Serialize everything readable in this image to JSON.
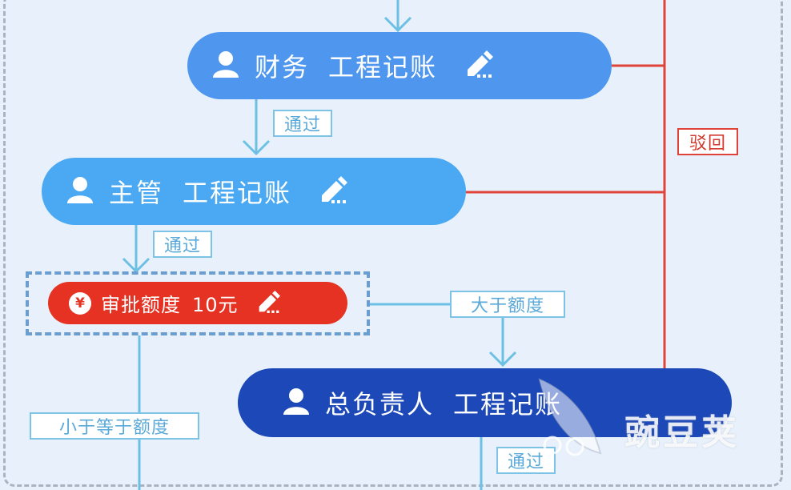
{
  "nodes": {
    "finance": {
      "role": "财务",
      "action": "工程记账"
    },
    "supervisor": {
      "role": "主管",
      "action": "工程记账"
    },
    "approval": {
      "label": "审批额度",
      "amount": "10元",
      "currency_symbol": "¥"
    },
    "chief": {
      "role": "总负责人",
      "action": "工程记账"
    }
  },
  "edges": {
    "pass_1": "通过",
    "pass_2": "通过",
    "greater": "大于额度",
    "less_equal": "小于等于额度",
    "pass_3": "通过",
    "reject": "驳回"
  },
  "watermark": {
    "text": "豌豆荚"
  },
  "colors": {
    "finance": "#4f97ee",
    "supervisor": "#4aa9f2",
    "approval": "#e53222",
    "chief": "#1c48b8",
    "pass_line": "#6cc0e4",
    "reject_line": "#e0433a"
  },
  "icons": {
    "role": "person-icon",
    "edit": "edit-pencil-icon",
    "currency": "yen-coin-icon",
    "watermark": "leaf-logo-icon"
  }
}
